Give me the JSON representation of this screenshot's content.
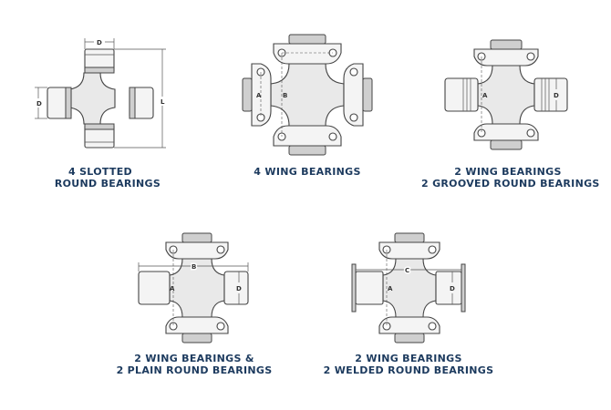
{
  "captions": [
    {
      "lines": [
        "4 SLOTTED",
        "ROUND BEARINGS"
      ]
    },
    {
      "lines": [
        "4 WING BEARINGS"
      ]
    },
    {
      "lines": [
        "2 WING BEARINGS",
        "2 GROOVED ROUND BEARINGS"
      ]
    },
    {
      "lines": [
        "2 WING BEARINGS &",
        "2 PLAIN ROUND BEARINGS"
      ]
    },
    {
      "lines": [
        "2 WING BEARINGS",
        "2 WELDED ROUND BEARINGS"
      ]
    }
  ],
  "dims": {
    "D": "D",
    "L": "L",
    "A": "A",
    "B": "B",
    "C": "C"
  },
  "colors": {
    "caption": "#1c3a5e",
    "outline": "#444444",
    "fill": "#e9e9e9"
  }
}
